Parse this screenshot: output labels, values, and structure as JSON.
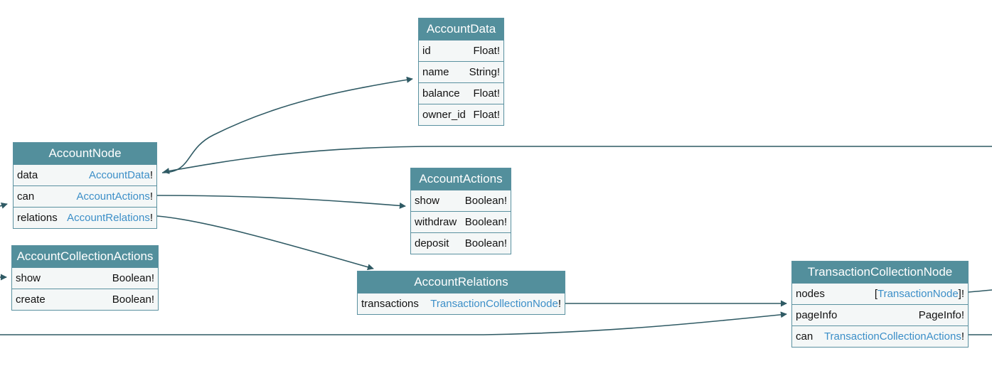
{
  "nodes": {
    "account_data": {
      "title": "AccountData",
      "fields": [
        {
          "name": "id",
          "type": "Float!"
        },
        {
          "name": "name",
          "type": "String!"
        },
        {
          "name": "balance",
          "type": "Float!"
        },
        {
          "name": "owner_id",
          "type": "Float!"
        }
      ]
    },
    "account_node": {
      "title": "AccountNode",
      "fields": [
        {
          "name": "data",
          "pre": "",
          "ref": "AccountData",
          "post": "!"
        },
        {
          "name": "can",
          "pre": "",
          "ref": "AccountActions",
          "post": "!"
        },
        {
          "name": "relations",
          "pre": "",
          "ref": "AccountRelations",
          "post": "!"
        }
      ]
    },
    "account_actions": {
      "title": "AccountActions",
      "fields": [
        {
          "name": "show",
          "type": "Boolean!"
        },
        {
          "name": "withdraw",
          "type": "Boolean!"
        },
        {
          "name": "deposit",
          "type": "Boolean!"
        }
      ]
    },
    "account_collection_actions": {
      "title": "AccountCollectionActions",
      "fields": [
        {
          "name": "show",
          "type": "Boolean!"
        },
        {
          "name": "create",
          "type": "Boolean!"
        }
      ]
    },
    "account_relations": {
      "title": "AccountRelations",
      "fields": [
        {
          "name": "transactions",
          "pre": "",
          "ref": "TransactionCollectionNode",
          "post": "!"
        }
      ]
    },
    "transaction_collection_node": {
      "title": "TransactionCollectionNode",
      "fields": [
        {
          "name": "nodes",
          "pre": "[",
          "ref": "TransactionNode",
          "post": "]!"
        },
        {
          "name": "pageInfo",
          "type": "PageInfo!"
        },
        {
          "name": "can",
          "pre": "",
          "ref": "TransactionCollectionActions",
          "post": "!"
        }
      ]
    }
  },
  "colors": {
    "header": "#538f9c",
    "edge": "#2f5a64",
    "reference_text": "#3c8fc8"
  }
}
